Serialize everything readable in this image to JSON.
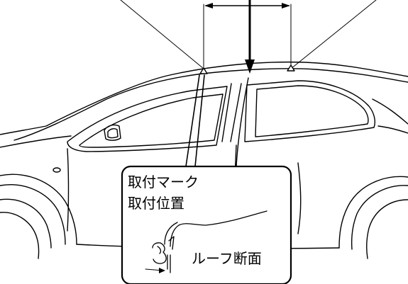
{
  "callout": {
    "line1": "取付マーク",
    "line2": "取付位置",
    "section_label": "ルーフ断面"
  },
  "colors": {
    "ink": "#000000",
    "background": "#ffffff"
  }
}
